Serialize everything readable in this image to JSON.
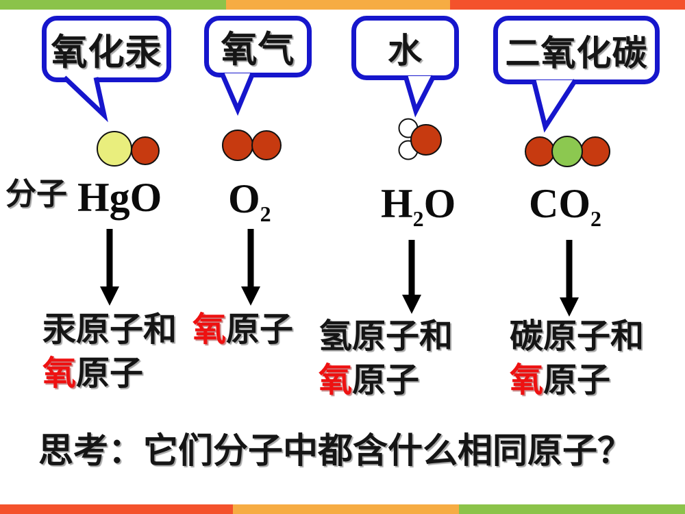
{
  "bubbles": [
    {
      "label": "氧化汞"
    },
    {
      "label": "氧气"
    },
    {
      "label": "水"
    },
    {
      "label": "二氧化碳"
    }
  ],
  "row_label": "分子",
  "formulas": {
    "hgo": {
      "text": "HgO"
    },
    "o2": {
      "main": "O",
      "sub": "2"
    },
    "h2o": {
      "part1": "H",
      "sub": "2",
      "part2": "O"
    },
    "co2": {
      "main": "CO",
      "sub": "2"
    }
  },
  "molecules": {
    "colors": {
      "mercury": "#e9ee7d",
      "oxygen": "#c73a10",
      "hydrogen": "#ffffff",
      "carbon": "#8cc850",
      "outline": "#111111"
    }
  },
  "atom_columns": [
    {
      "line1": "汞原子和",
      "line2_red": "氧",
      "line2_rest": "原子"
    },
    {
      "line1_red": "氧",
      "line1_rest": "原子"
    },
    {
      "line1": "氢原子和",
      "line2_red": "氧",
      "line2_rest": "原子"
    },
    {
      "line1": "碳原子和",
      "line2_red": "氧",
      "line2_rest": "原子"
    }
  ],
  "question": "思考：它们分子中都含什么相同原子？",
  "accent_colors": {
    "bubble_border": "#1616cc",
    "highlight_red": "#ee1111",
    "arrow": "#000000",
    "bar_green": "#8bc34a",
    "bar_orange": "#f6ac43",
    "bar_red": "#f4522c"
  }
}
